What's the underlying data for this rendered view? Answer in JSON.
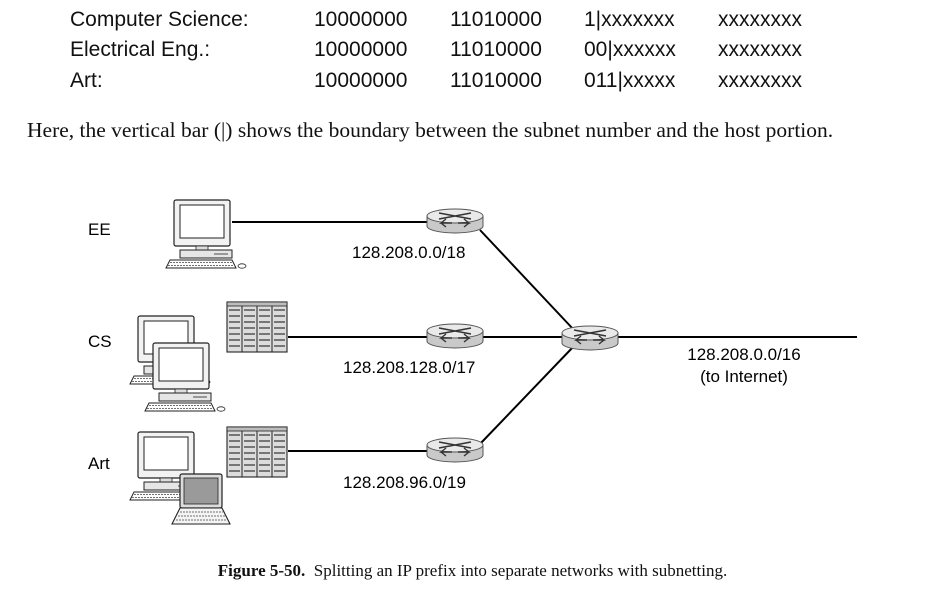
{
  "table": {
    "rows": [
      {
        "dept": "Computer Science:",
        "octets": [
          "10000000",
          "11010000",
          "1|xxxxxxx",
          "xxxxxxxx"
        ]
      },
      {
        "dept": "Electrical Eng.:",
        "octets": [
          "10000000",
          "11010000",
          "00|xxxxxx",
          "xxxxxxxx"
        ]
      },
      {
        "dept": "Art:",
        "octets": [
          "10000000",
          "11010000",
          "011|xxxxx",
          "xxxxxxxx"
        ]
      }
    ]
  },
  "paragraph": "Here, the vertical bar (|) shows the boundary between the subnet number and the host portion.",
  "diagram": {
    "departments": {
      "ee": "EE",
      "cs": "CS",
      "art": "Art"
    },
    "prefixes": {
      "ee": "128.208.0.0/18",
      "cs": "128.208.128.0/17",
      "art": "128.208.96.0/19",
      "internet": "128.208.0.0/16",
      "internet_note": "(to Internet)"
    },
    "icons": [
      "router-icon",
      "desktop-computer-icon",
      "server-rack-icon",
      "laptop-icon"
    ]
  },
  "caption": {
    "label": "Figure 5-50.",
    "text": "Splitting an IP prefix into separate networks with subnetting."
  }
}
